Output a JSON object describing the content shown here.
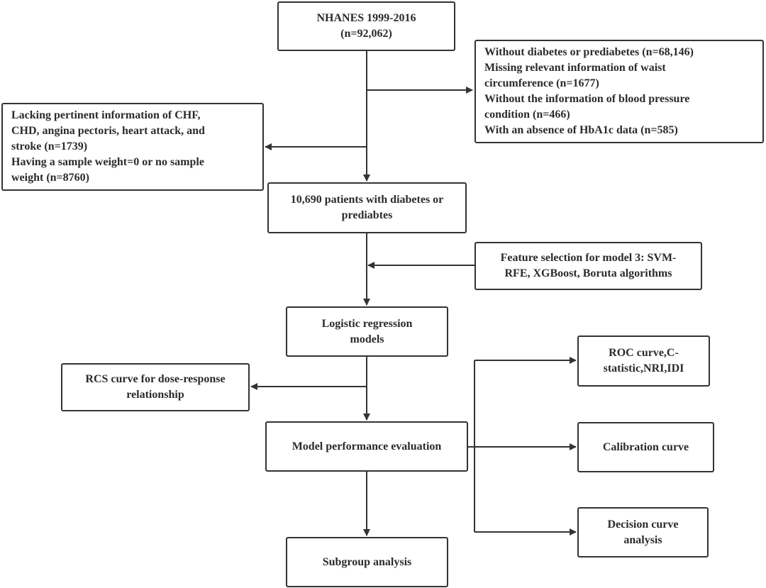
{
  "nodes": {
    "nhanes": [
      "NHANES 1999-2016",
      "(n=92,062)"
    ],
    "exclusion1": [
      "Without diabetes or prediabetes (n=68,146)",
      "Missing relevant information of waist",
      "circumference (n=1677)",
      "Without the information of blood pressure",
      "condition (n=466)",
      "With an absence of HbA1c data (n=585)"
    ],
    "exclusion2": [
      "Lacking pertinent information of CHF,",
      "CHD, angina pectoris, heart attack, and",
      "stroke (n=1739)",
      "Having a sample weight=0 or no sample",
      "weight (n=8760)"
    ],
    "patients": [
      "10,690 patients with diabetes or",
      "prediabtes"
    ],
    "feature": [
      "Feature selection for model 3: SVM-",
      "RFE, XGBoost, Boruta algorithms"
    ],
    "logistic": [
      "Logistic regression",
      "models"
    ],
    "rcs": [
      "RCS curve for dose-response",
      "relationship"
    ],
    "evaluation": [
      "Model performance evaluation"
    ],
    "roc": [
      "ROC curve,C-",
      "statistic,NRI,IDI"
    ],
    "calibration": [
      "Calibration curve"
    ],
    "decision": [
      "Decision curve",
      "analysis"
    ],
    "subgroup": [
      "Subgroup analysis"
    ]
  },
  "colors": {
    "line": "#333333",
    "text": "#2b2b2b",
    "border": "#333333"
  }
}
